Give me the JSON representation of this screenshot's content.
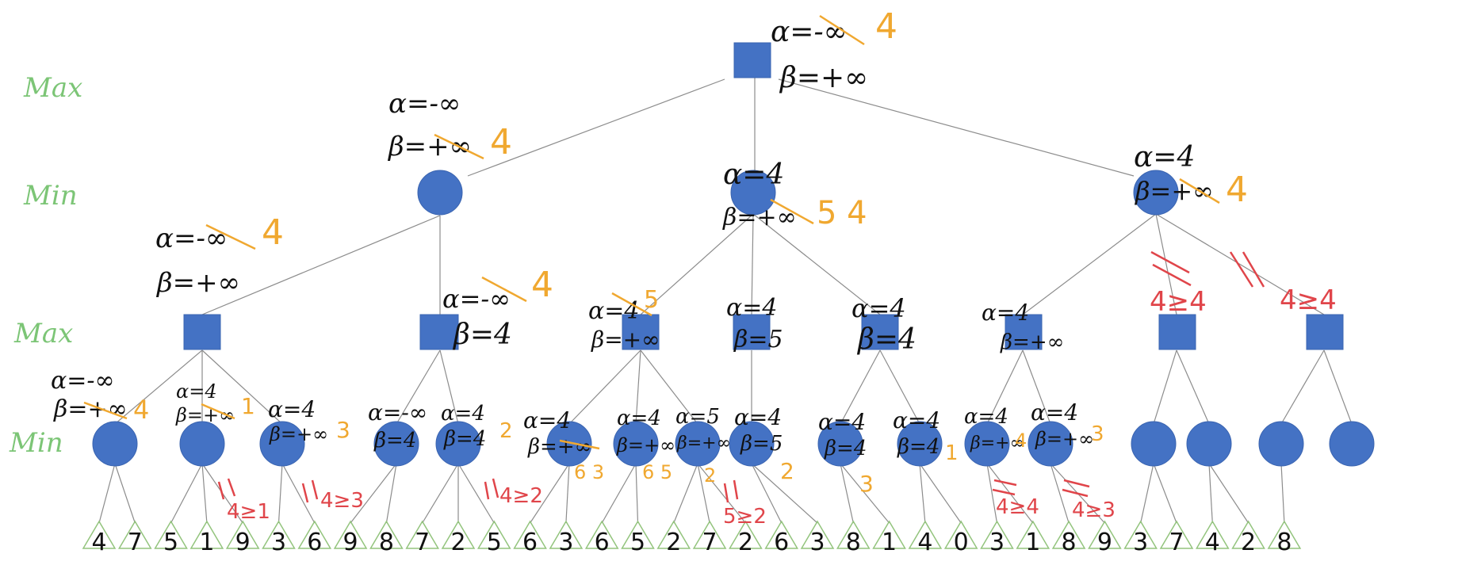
{
  "levels": [
    "Max",
    "Min",
    "Max",
    "Min"
  ],
  "leaves": [
    "4",
    "7",
    "5",
    "1",
    "9",
    "3",
    "6",
    "9",
    "8",
    "7",
    "2",
    "5",
    "6",
    "3",
    "6",
    "5",
    "2",
    "7",
    "2",
    "6",
    "3",
    "8",
    "1",
    "4",
    "0",
    "3",
    "1",
    "8",
    "9",
    "3",
    "7",
    "4",
    "2",
    "8"
  ],
  "nodes": {
    "root": {
      "a": "α=-∞",
      "a_new": "4",
      "b": "β=+∞"
    },
    "l1a": {
      "a": "α=-∞",
      "b": "β=+∞",
      "b_new": "4"
    },
    "l1b": {
      "a": "α=4",
      "b": "β=+∞",
      "b_new": "5 4"
    },
    "l1c": {
      "a": "α=4",
      "b": "β=+∞",
      "b_new": "4"
    },
    "m1": {
      "a": "α=-∞",
      "a_new": "4",
      "b": "β=+∞"
    },
    "m2": {
      "a": "α=-∞",
      "a_new": "4",
      "b": "β=4"
    },
    "m3": {
      "a": "α=4",
      "a_new": "5",
      "b": "β=+∞"
    },
    "m4": {
      "a": "α=4",
      "b": "β=5"
    },
    "m5": {
      "a": "α=4",
      "b": "β=4"
    },
    "m6": {
      "a": "α=4",
      "b": "β=+∞"
    },
    "m7": {
      "cut": "4≥4"
    },
    "m8": {
      "cut": "4≥4"
    },
    "n1": {
      "a": "α=-∞",
      "b": "β=+∞",
      "b_new": "4"
    },
    "n2": {
      "a": "α=4",
      "b": "β=+∞",
      "b_new": "1",
      "cut": "4≥1"
    },
    "n3": {
      "a": "α=4",
      "b": "β=+∞",
      "b_new": "3",
      "cut": "4≥3"
    },
    "n4": {
      "a": "α=-∞",
      "b": "β=4"
    },
    "n5": {
      "a": "α=4",
      "b": "β=4",
      "b_new": "2",
      "cut": "4≥2"
    },
    "n6": {
      "a": "α=4",
      "b": "β=+∞",
      "b_new": "6 3"
    },
    "n7": {
      "a": "α=4",
      "b": "β=+∞",
      "b_new": "6 5"
    },
    "n8": {
      "a": "α=5",
      "b": "β=+∞",
      "b_new": "2",
      "cut": "5≥2"
    },
    "n9": {
      "a": "α=4",
      "b": "β=5",
      "b_new": "2"
    },
    "n10": {
      "a": "α=4",
      "b": "β=4",
      "b_new": "3"
    },
    "n11": {
      "a": "α=4",
      "b": "β=4",
      "b_new": "1"
    },
    "n12": {
      "a": "α=4",
      "b": "β=+∞",
      "b_new": "4",
      "cut": "4≥4"
    },
    "n13": {
      "a": "α=4",
      "b": "β=+∞",
      "b_new": "3",
      "cut": "4≥3"
    }
  }
}
